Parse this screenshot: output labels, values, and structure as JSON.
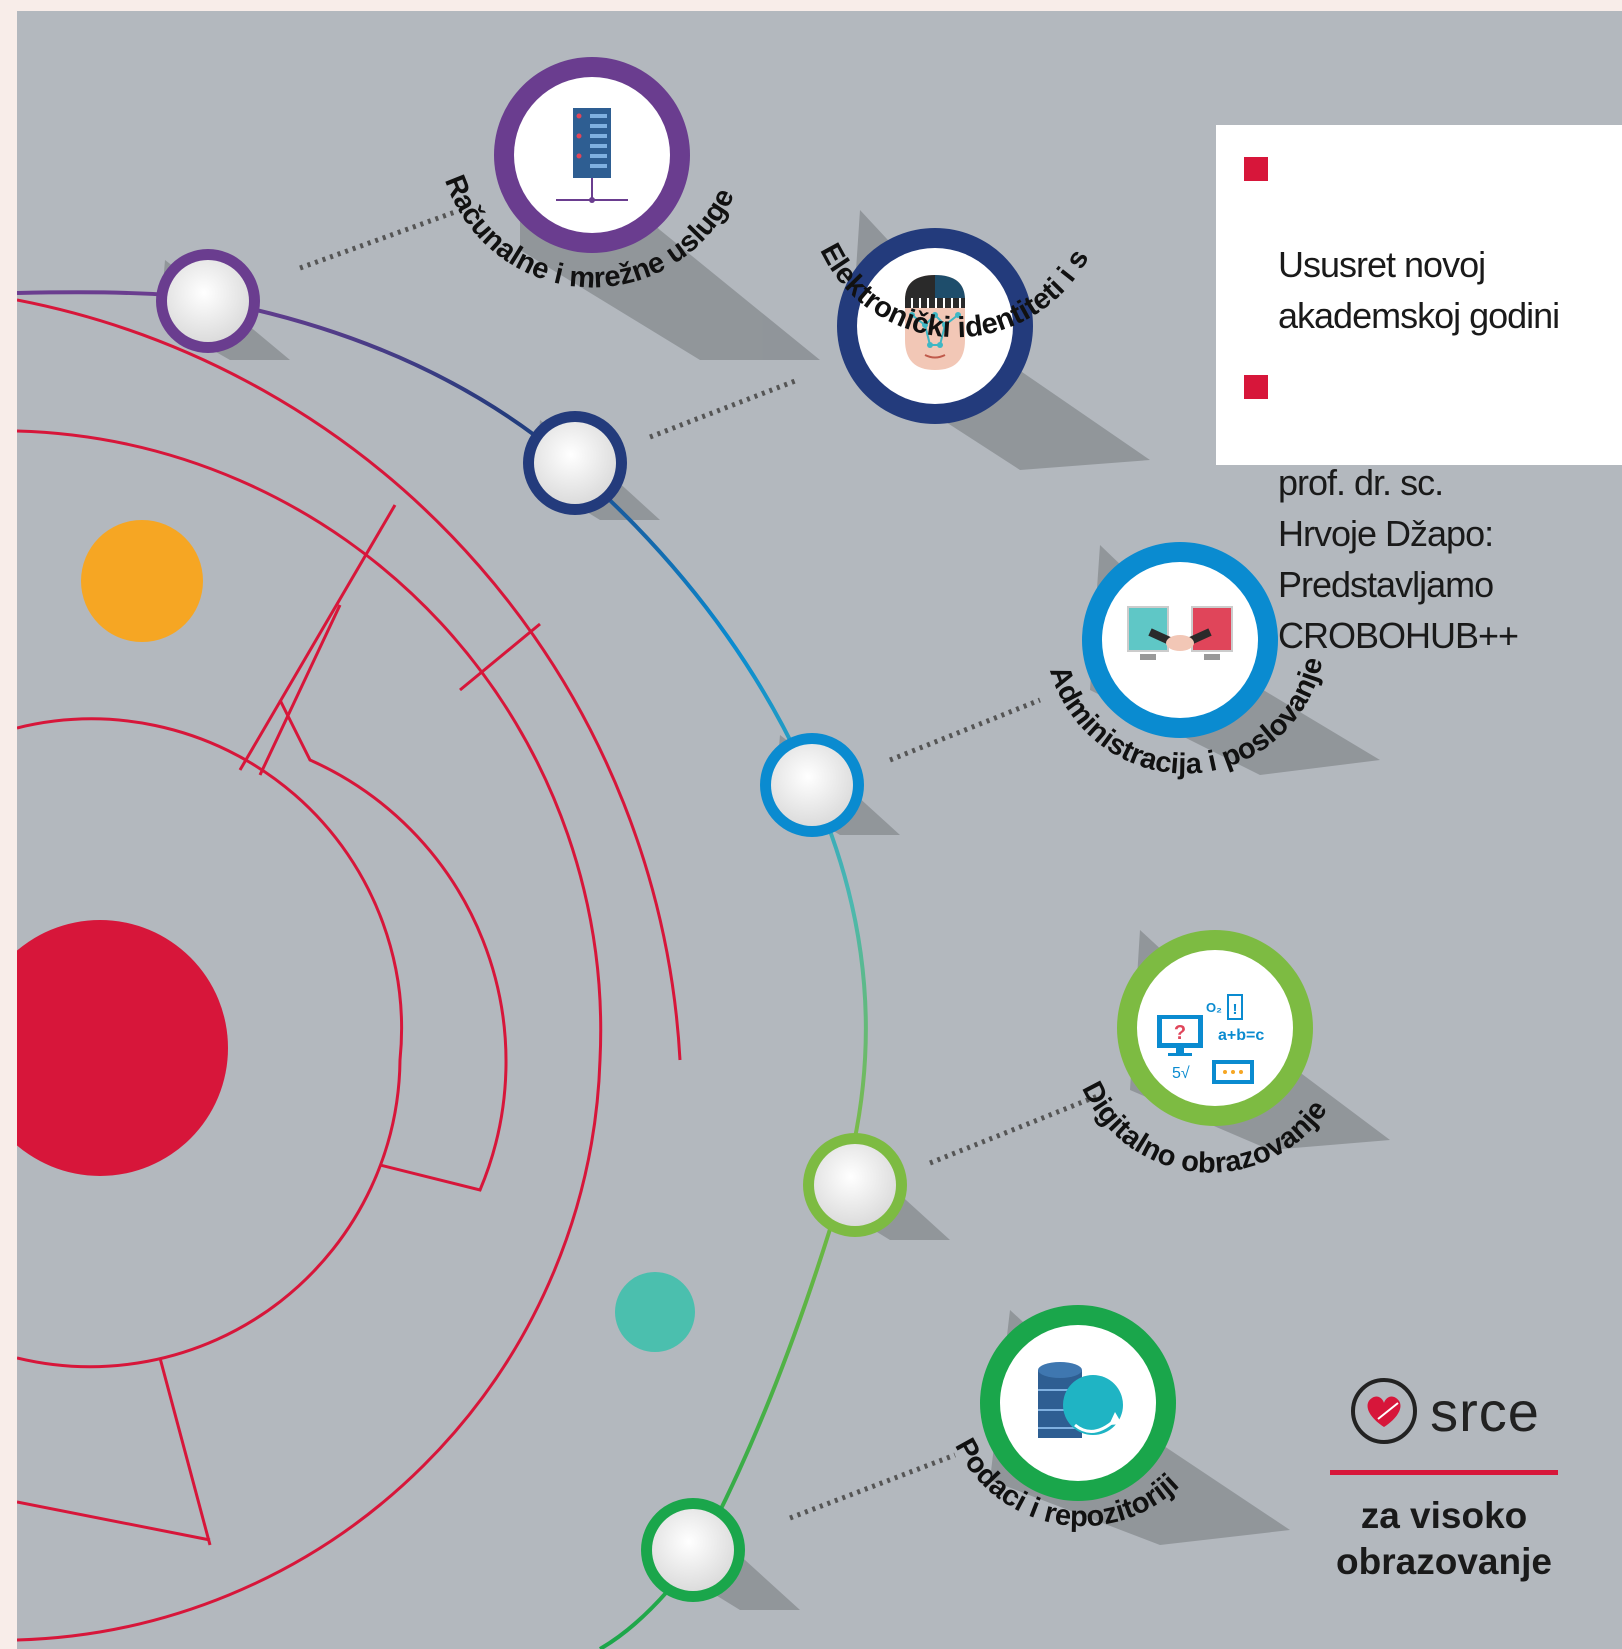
{
  "colors": {
    "background": "#b3b8be",
    "accent_red": "#d7163a",
    "accent_orange": "#f6a623",
    "accent_teal": "#4bbfae",
    "purple": "#6a3d8f",
    "navy": "#233b7c",
    "blue": "#0a8bd0",
    "light_green": "#7dbb42",
    "green": "#1aa64b"
  },
  "services": [
    {
      "label": "Računalne i mrežne usluge",
      "icon": "server-rack-icon",
      "color": "#6a3d8f"
    },
    {
      "label": "Elektronički identiteti i sustavi povjerenja",
      "icon": "face-recognition-icon",
      "color": "#233b7c"
    },
    {
      "label": "Administracija i poslovanje",
      "icon": "handshake-monitors-icon",
      "color": "#0a8bd0"
    },
    {
      "label": "Digitalno obrazovanje",
      "icon": "e-learning-icon",
      "color": "#7dbb42"
    },
    {
      "label": "Podaci i repozitoriji",
      "icon": "database-sync-icon",
      "color": "#1aa64b"
    }
  ],
  "toc": {
    "items": [
      {
        "text": "Ususret novoj\nakademskoj godini"
      },
      {
        "text": "prof. dr. sc.\nHrvoje Džapo:\nPredstavljamo\nCROBOHUB++"
      }
    ]
  },
  "brand": {
    "name": "srce",
    "tagline": "za visoko\nobrazovanje"
  },
  "icon_texts": {
    "formula": "a+b=c",
    "question": "?",
    "exclaim": "!",
    "oxygen": "O₂",
    "root": "5√"
  }
}
